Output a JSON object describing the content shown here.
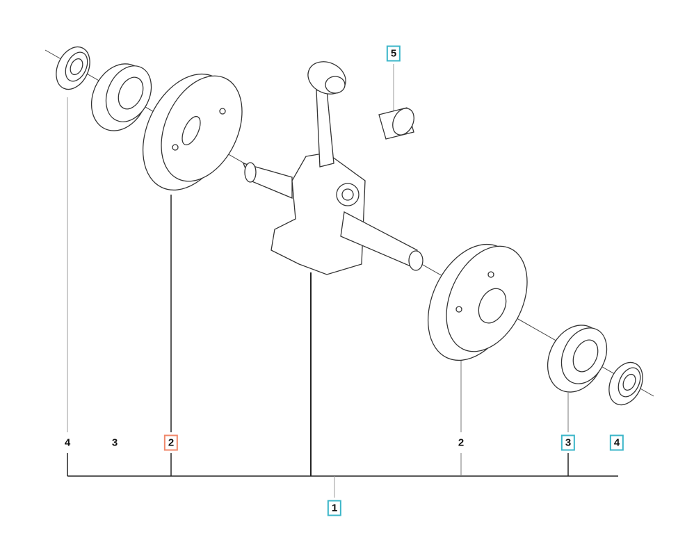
{
  "colors": {
    "highlight_orange": "#f0876a",
    "highlight_cyan": "#3bb6c8",
    "line": "#222222"
  },
  "callouts": [
    {
      "id": "4",
      "label": "4",
      "boxed": false
    },
    {
      "id": "3",
      "label": "3",
      "boxed": false
    },
    {
      "id": "2",
      "label": "2",
      "boxed": true,
      "color": "orange"
    },
    {
      "id": "2b",
      "label": "2",
      "boxed": false
    },
    {
      "id": "3b",
      "label": "3",
      "boxed": true,
      "color": "cyan"
    },
    {
      "id": "4b",
      "label": "4",
      "boxed": true,
      "color": "cyan"
    },
    {
      "id": "1",
      "label": "1",
      "boxed": true,
      "color": "cyan"
    },
    {
      "id": "5",
      "label": "5",
      "boxed": true,
      "color": "cyan"
    }
  ]
}
